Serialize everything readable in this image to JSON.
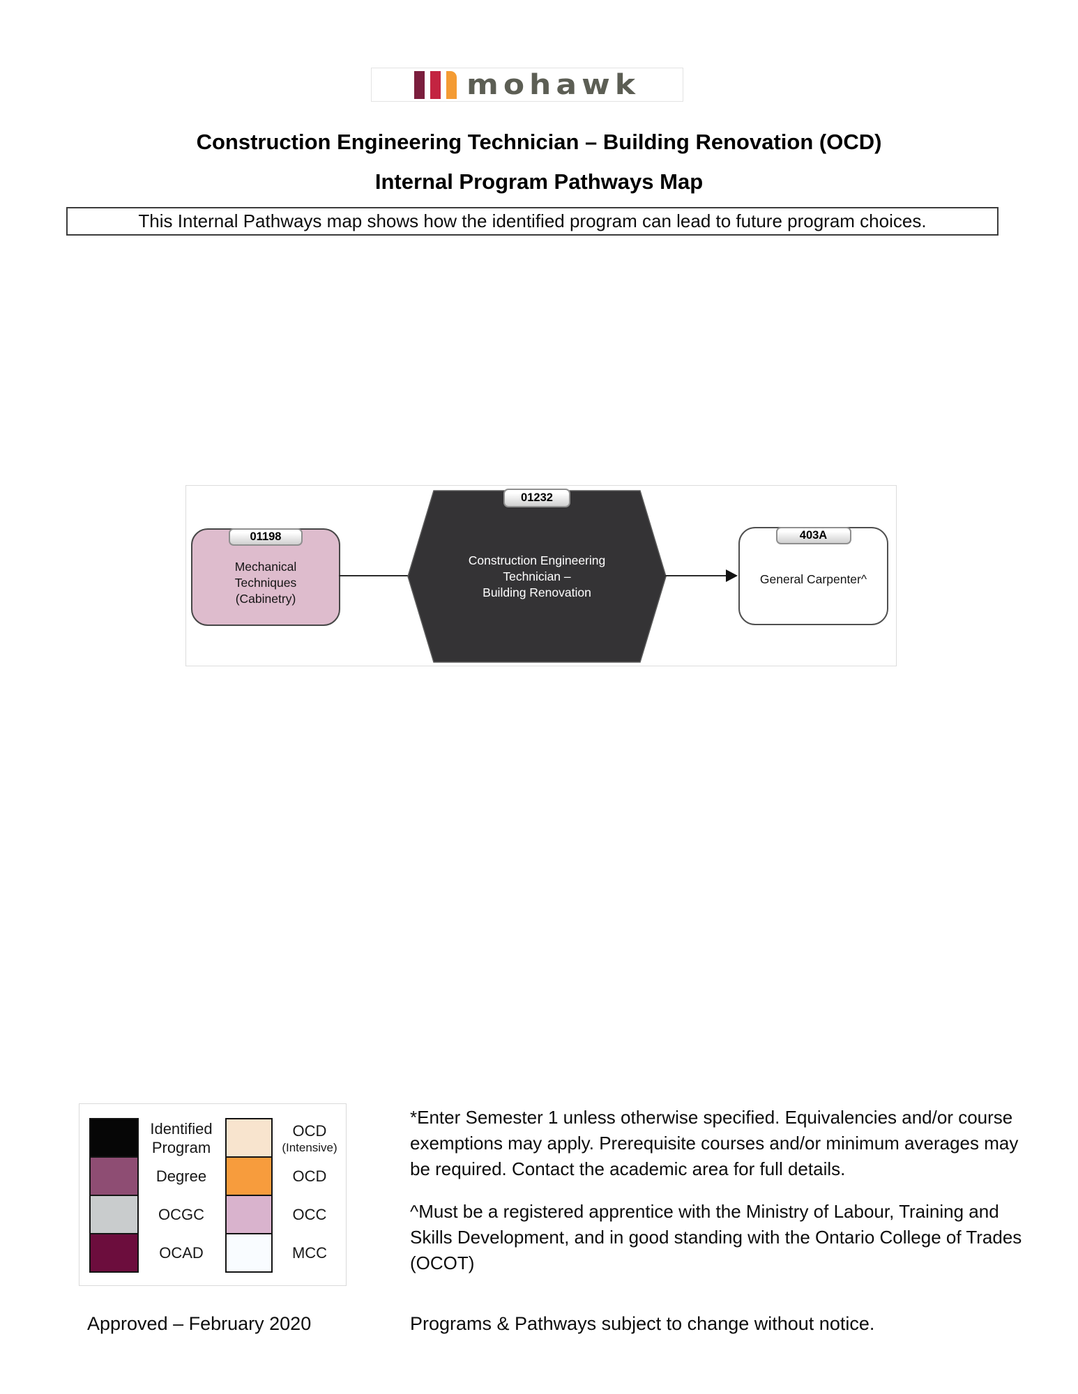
{
  "page": {
    "title": "Construction Engineering Technician – Building Renovation (OCD)",
    "subtitle": "Internal Program Pathways Map",
    "banner": "This Internal Pathways map shows how the identified program can lead to future program choices."
  },
  "logo": {
    "word": "mohawk",
    "bar_colors": [
      "#7b1e3d",
      "#c32441",
      "#f49b33"
    ]
  },
  "diagram": {
    "source_node": {
      "code": "01198",
      "lines": [
        "Mechanical",
        "Techniques",
        "(Cabinetry)"
      ],
      "fill": "#debccd"
    },
    "identified_node": {
      "code": "01232",
      "lines": [
        "Construction Engineering",
        "Technician –",
        "Building Renovation"
      ],
      "fill": "#343335"
    },
    "target_node": {
      "code": "403A",
      "label": "General Carpenter^",
      "fill": "#ffffff"
    }
  },
  "legend": {
    "left_items": [
      {
        "label": "Identified Program",
        "color": "#060606"
      },
      {
        "label": "Degree",
        "color": "#8e4d73"
      },
      {
        "label": "OCGC",
        "color": "#c9cccd"
      },
      {
        "label": "OCAD",
        "color": "#6c0d3d"
      }
    ],
    "right_items": [
      {
        "label": "OCD",
        "sublabel": "(Intensive)",
        "color": "#f8e4ce"
      },
      {
        "label": "OCD",
        "color": "#f79c3d"
      },
      {
        "label": "OCC",
        "color": "#d9b3cd"
      },
      {
        "label": "MCC",
        "color": "#f9fcff"
      }
    ]
  },
  "footnotes": {
    "semester_note": "*Enter Semester 1 unless otherwise specified. Equivalencies and/or course exemptions may apply. Prerequisite courses and/or minimum averages may be required. Contact the academic area for full details.",
    "apprentice_note": "^Must be a registered apprentice with the Ministry of Labour, Training and Skills Development, and in good standing with the Ontario College of Trades (OCOT)"
  },
  "footer": {
    "approved": "Approved – February 2020",
    "disclaimer": "Programs & Pathways subject to change without notice."
  }
}
